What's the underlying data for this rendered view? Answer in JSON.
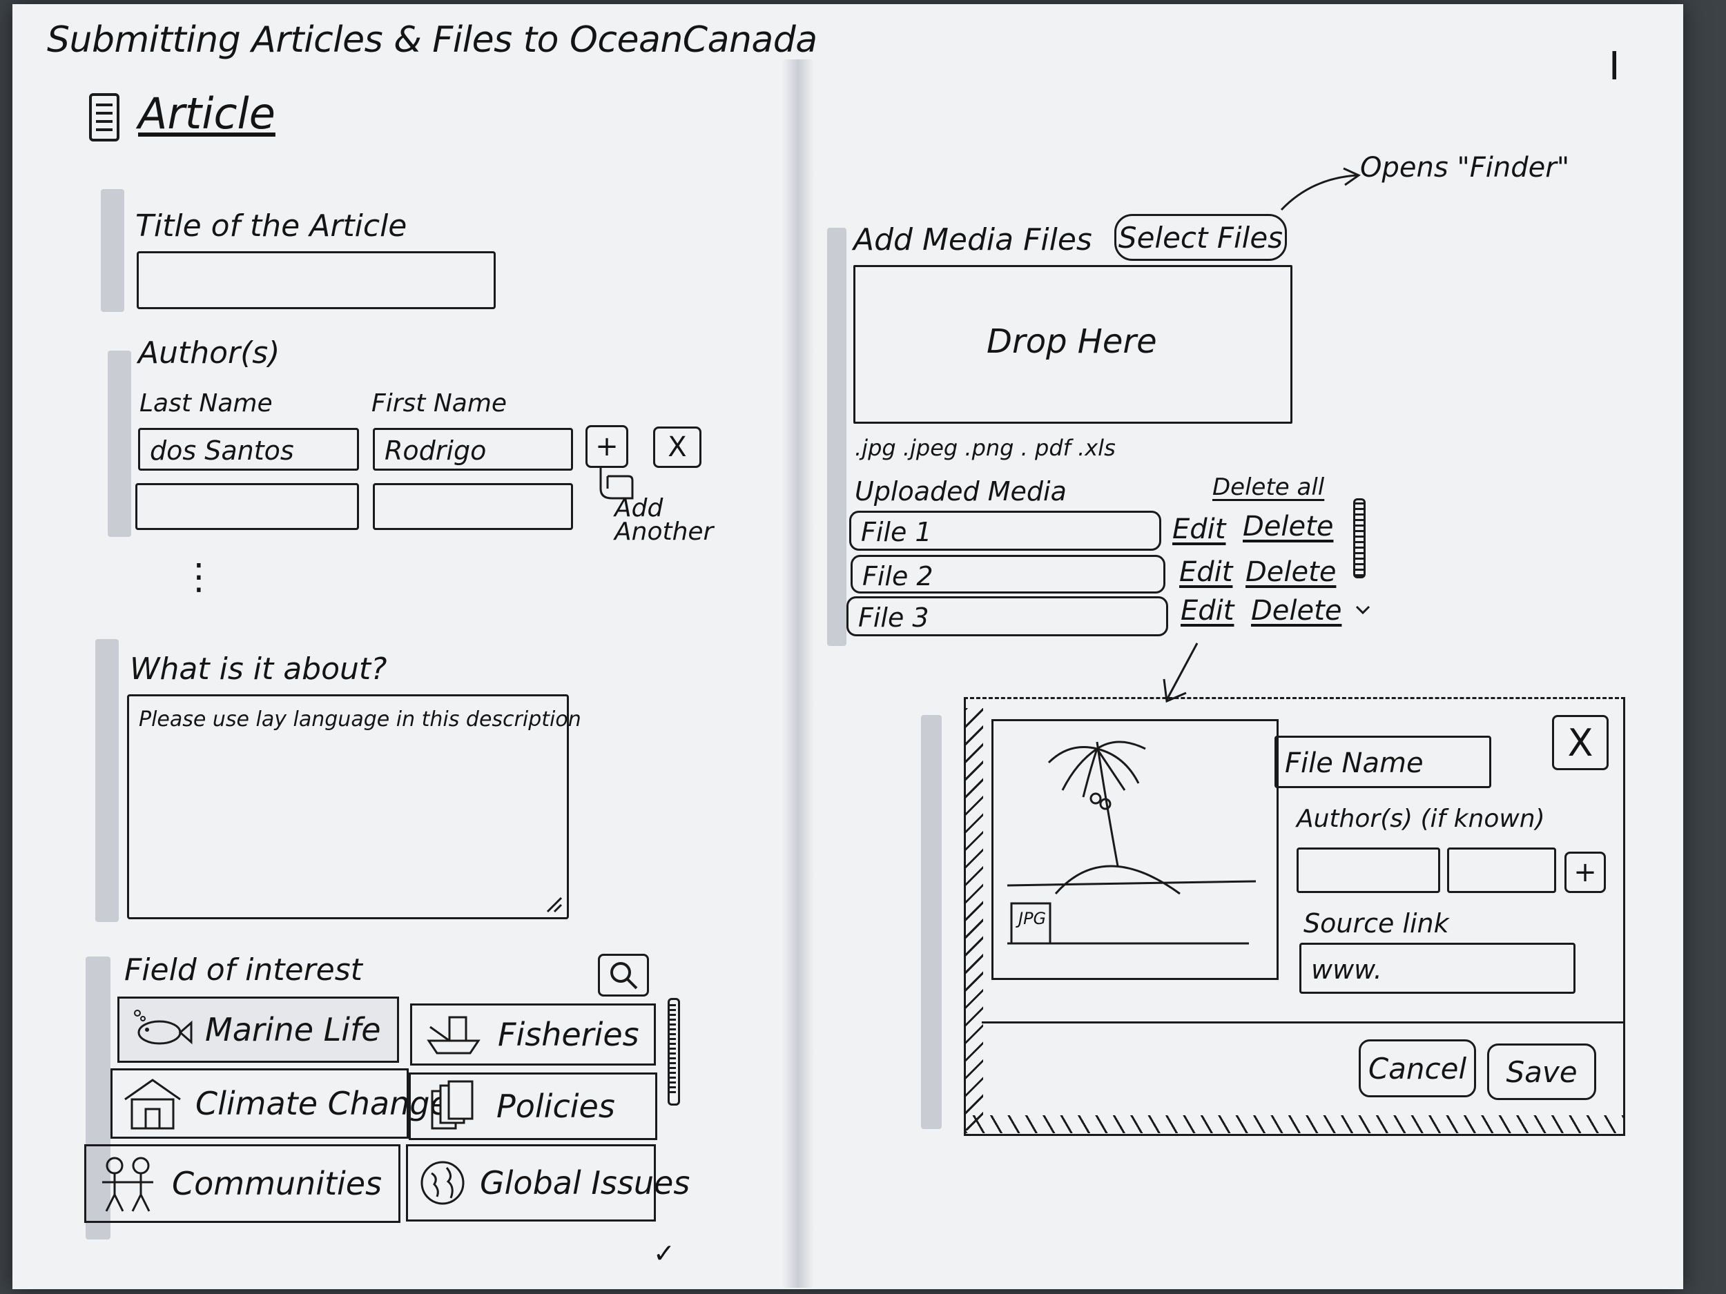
{
  "page": {
    "title": "Submitting Articles & Files to OceanCanada",
    "page_marker": "I",
    "section_title": "Article"
  },
  "article_form": {
    "title_label": "Title of the Article",
    "title_value": "",
    "authors_label": "Author(s)",
    "last_name_label": "Last Name",
    "first_name_label": "First Name",
    "authors": [
      {
        "last": "dos Santos",
        "first": "Rodrigo"
      },
      {
        "last": "",
        "first": ""
      }
    ],
    "add_button": "+",
    "remove_button": "X",
    "add_another_label_1": "Add",
    "add_another_label_2": "Another",
    "more_rows_marker": "⋮",
    "about_label": "What is it about?",
    "about_placeholder": "Please use lay language in this description",
    "interest_label": "Field of interest",
    "interests": [
      {
        "label": "Marine Life",
        "icon": "fish-icon"
      },
      {
        "label": "Fisheries",
        "icon": "boat-icon"
      },
      {
        "label": "Climate Change",
        "icon": "house-icon"
      },
      {
        "label": "Policies",
        "icon": "documents-icon"
      },
      {
        "label": "Communities",
        "icon": "people-icon"
      },
      {
        "label": "Global Issues",
        "icon": "globe-icon"
      }
    ],
    "check_mark": "✓"
  },
  "media": {
    "add_label": "Add Media Files",
    "select_button": "Select Files",
    "annotation": "Opens \"Finder\"",
    "drop_label": "Drop Here",
    "formats": ".jpg .jpeg .png . pdf .xls",
    "uploaded_label": "Uploaded Media",
    "delete_all": "Delete all",
    "edit_label": "Edit",
    "delete_label": "Delete",
    "files": [
      "File 1",
      "File 2",
      "File 3"
    ]
  },
  "dialog": {
    "close": "X",
    "file_name_placeholder": "File Name",
    "authors_label": "Author(s) (if known)",
    "add_button": "+",
    "source_label": "Source link",
    "source_value": "www.",
    "file_type_badge": "JPG",
    "cancel": "Cancel",
    "save": "Save"
  },
  "colors": {
    "paper": "#f1f2f4",
    "ink": "#1a1a1a",
    "bar": "#c9ccd2",
    "background": "#3d4247"
  }
}
